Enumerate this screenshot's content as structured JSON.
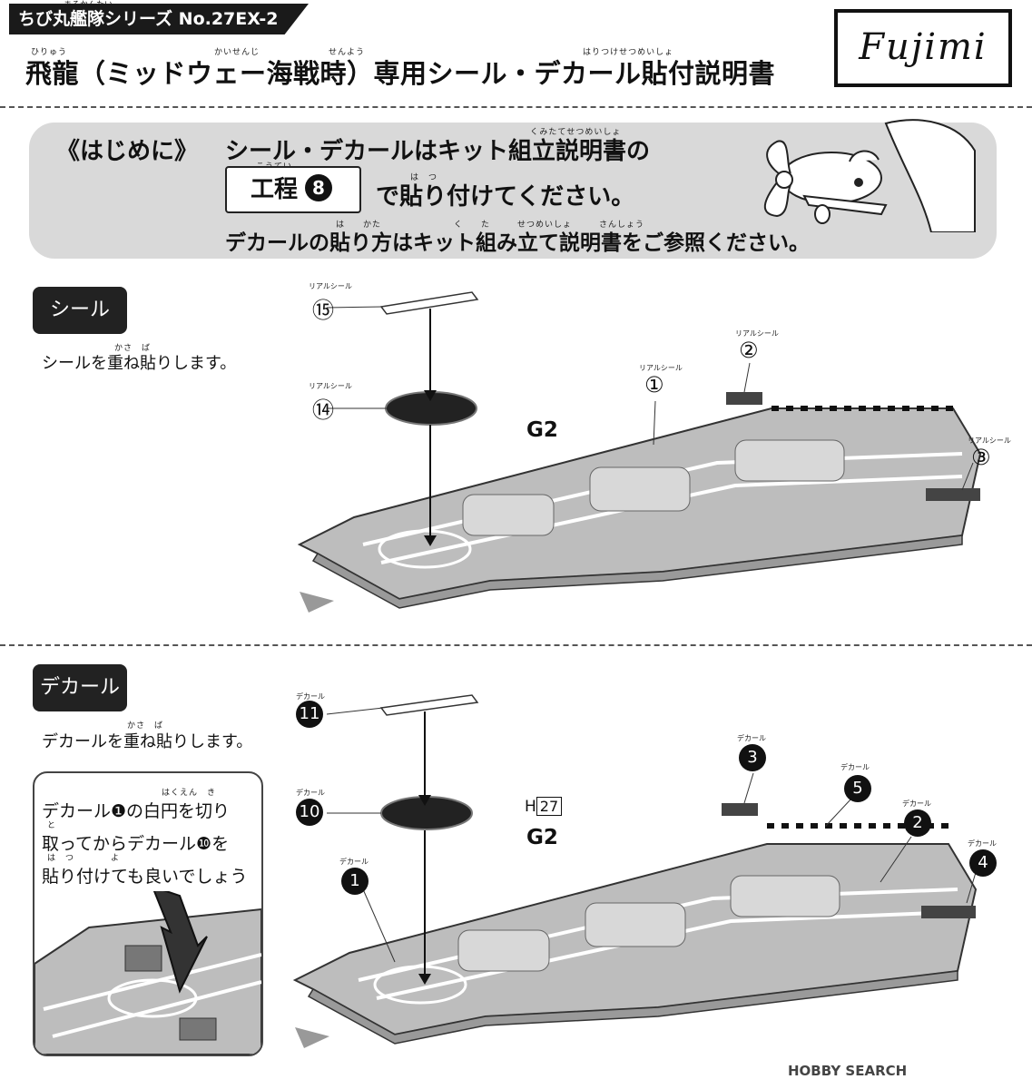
{
  "header": {
    "series_ruby": "まるかんたい",
    "series": "ちび丸艦隊シリーズ No.27EX-2",
    "title": "飛龍（ミッドウェー海戦時）専用シール・デカール貼付説明書",
    "title_ruby": [
      "ひりゅう",
      "かいせんじ",
      "せんよう",
      "はりつけせつめいしょ"
    ],
    "brand": "Fujimi"
  },
  "intro": {
    "label": "《はじめに》",
    "ruby1": "くみたてせつめいしょ",
    "line1": "シール・デカールはキット組立説明書の",
    "step_ruby": "こうてい",
    "step_label": "工程",
    "step_number": "8",
    "line2_ruby": "は　つ",
    "line2": "で貼り付けてください。",
    "line3_ruby": "は　　かた　　　　　　　　く　　た　　　せつめいしょ　　　さんしょう",
    "line3": "デカールの貼り方はキット組み立て説明書をご参照ください。"
  },
  "seal_section": {
    "label": "シール",
    "desc_ruby": "かさ　ば",
    "desc": "シールを重ね貼りします。",
    "part_label": "リアルシール",
    "parts": [
      "⑮",
      "⑭",
      "①",
      "②",
      "③"
    ],
    "gcode": "G2"
  },
  "decal_section": {
    "label": "デカール",
    "desc_ruby": "かさ　ば",
    "desc": "デカールを重ね貼りします。",
    "part_label": "デカール",
    "parts": [
      "11",
      "10",
      "1",
      "3",
      "5",
      "2",
      "4"
    ],
    "hcode_prefix": "H",
    "hcode_box": "27",
    "gcode": "G2",
    "tip_lines": [
      "デカール❶の白円を切り",
      "取ってからデカール❿を",
      "貼り付けても良いでしょう"
    ],
    "tip_ruby": [
      "はくえん　き",
      "と",
      "は　つ　　　　よ"
    ]
  },
  "footer": {
    "watermark": "HOBBY SEARCH"
  }
}
